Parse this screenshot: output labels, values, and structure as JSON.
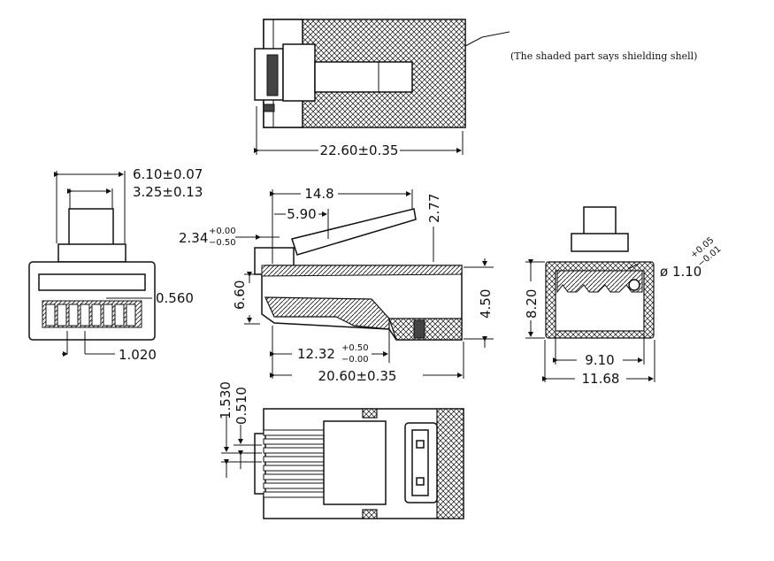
{
  "note": "(The shaded part says shielding shell)",
  "dims": {
    "top_length": "22.60±0.35",
    "front_w1": "6.10±0.07",
    "front_w2": "3.25±0.13",
    "front_pitch": "0.560",
    "front_gap": "1.020",
    "side_14_8": "14.8",
    "side_5_90": "5.90",
    "side_2_77": "2.77",
    "side_2_34": "2.34",
    "side_2_34_tol_up": "+0.00",
    "side_2_34_tol_dn": "−0.50",
    "side_6_60": "6.60",
    "side_4_50": "4.50",
    "side_12_32": "12.32",
    "side_12_32_tol_up": "+0.50",
    "side_12_32_tol_dn": "−0.00",
    "side_20_60": "20.60±0.35",
    "rear_8_20": "8.20",
    "rear_9_10": "9.10",
    "rear_11_68": "11.68",
    "rear_dia": "ø 1.10",
    "rear_dia_tol_up": "+0.05",
    "rear_dia_tol_dn": "−0.01",
    "bottom_1_530": "1.530",
    "bottom_0_510": "0.510"
  },
  "colors": {
    "line": "#111111",
    "background": "#ffffff",
    "shell_hatch": "#111111"
  }
}
